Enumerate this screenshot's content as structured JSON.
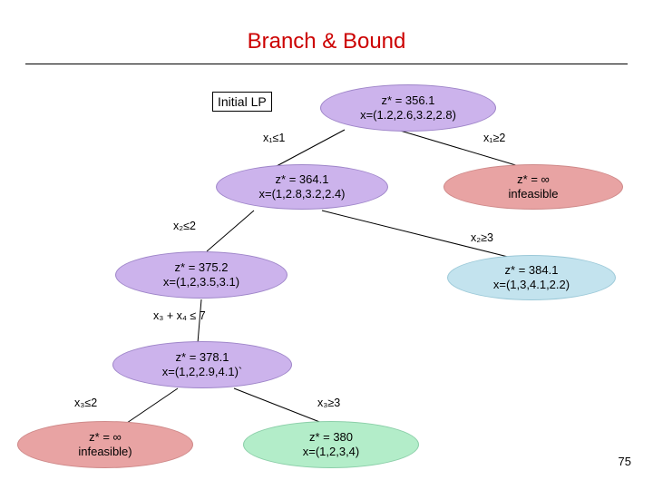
{
  "slide": {
    "title": "Branch & Bound",
    "page_number": "75",
    "accent_color": "#cc0000"
  },
  "labels": {
    "initial_lp": "Initial LP"
  },
  "nodes": [
    {
      "id": "root",
      "color": "#ccb3ec",
      "lines": [
        "z* = 356.1",
        "x=(1.2,2.6,3.2,2.8)"
      ]
    },
    {
      "id": "n2",
      "color": "#ccb3ec",
      "lines": [
        "z* = 364.1",
        "x=(1,2.8,3.2,2.4)"
      ]
    },
    {
      "id": "n3",
      "color": "#e8a3a3",
      "lines": [
        "z* = ∞",
        "infeasible"
      ]
    },
    {
      "id": "n4",
      "color": "#ccb3ec",
      "lines": [
        "z* = 375.2",
        "x=(1,2,3.5,3.1)"
      ]
    },
    {
      "id": "n5",
      "color": "#c3e3ee",
      "lines": [
        "z* = 384.1",
        "x=(1,3,4.1,2.2)"
      ]
    },
    {
      "id": "n6",
      "color": "#ccb3ec",
      "lines": [
        "z* = 378.1",
        "x=(1,2,2.9,4.1)`"
      ]
    },
    {
      "id": "n7",
      "color": "#e8a3a3",
      "lines": [
        "z* = ∞",
        "infeasible)"
      ]
    },
    {
      "id": "n8",
      "color": "#b3edc9",
      "lines": [
        "z* = 380",
        "x=(1,2,3,4)"
      ]
    }
  ],
  "edge_labels": [
    {
      "id": "x1-le-1",
      "text": "x₁≤1"
    },
    {
      "id": "x1-ge-2",
      "text": "x₁≥2"
    },
    {
      "id": "x2-le-2",
      "text": "x₂≤2"
    },
    {
      "id": "x2-ge-3",
      "text": "x₂≥3"
    },
    {
      "id": "x3-x4-le-7",
      "text": "x₃ + x₄ ≤ 7"
    },
    {
      "id": "x3-le-2",
      "text": "x₃≤2"
    },
    {
      "id": "x3-ge-3",
      "text": "x₃≥3"
    }
  ]
}
